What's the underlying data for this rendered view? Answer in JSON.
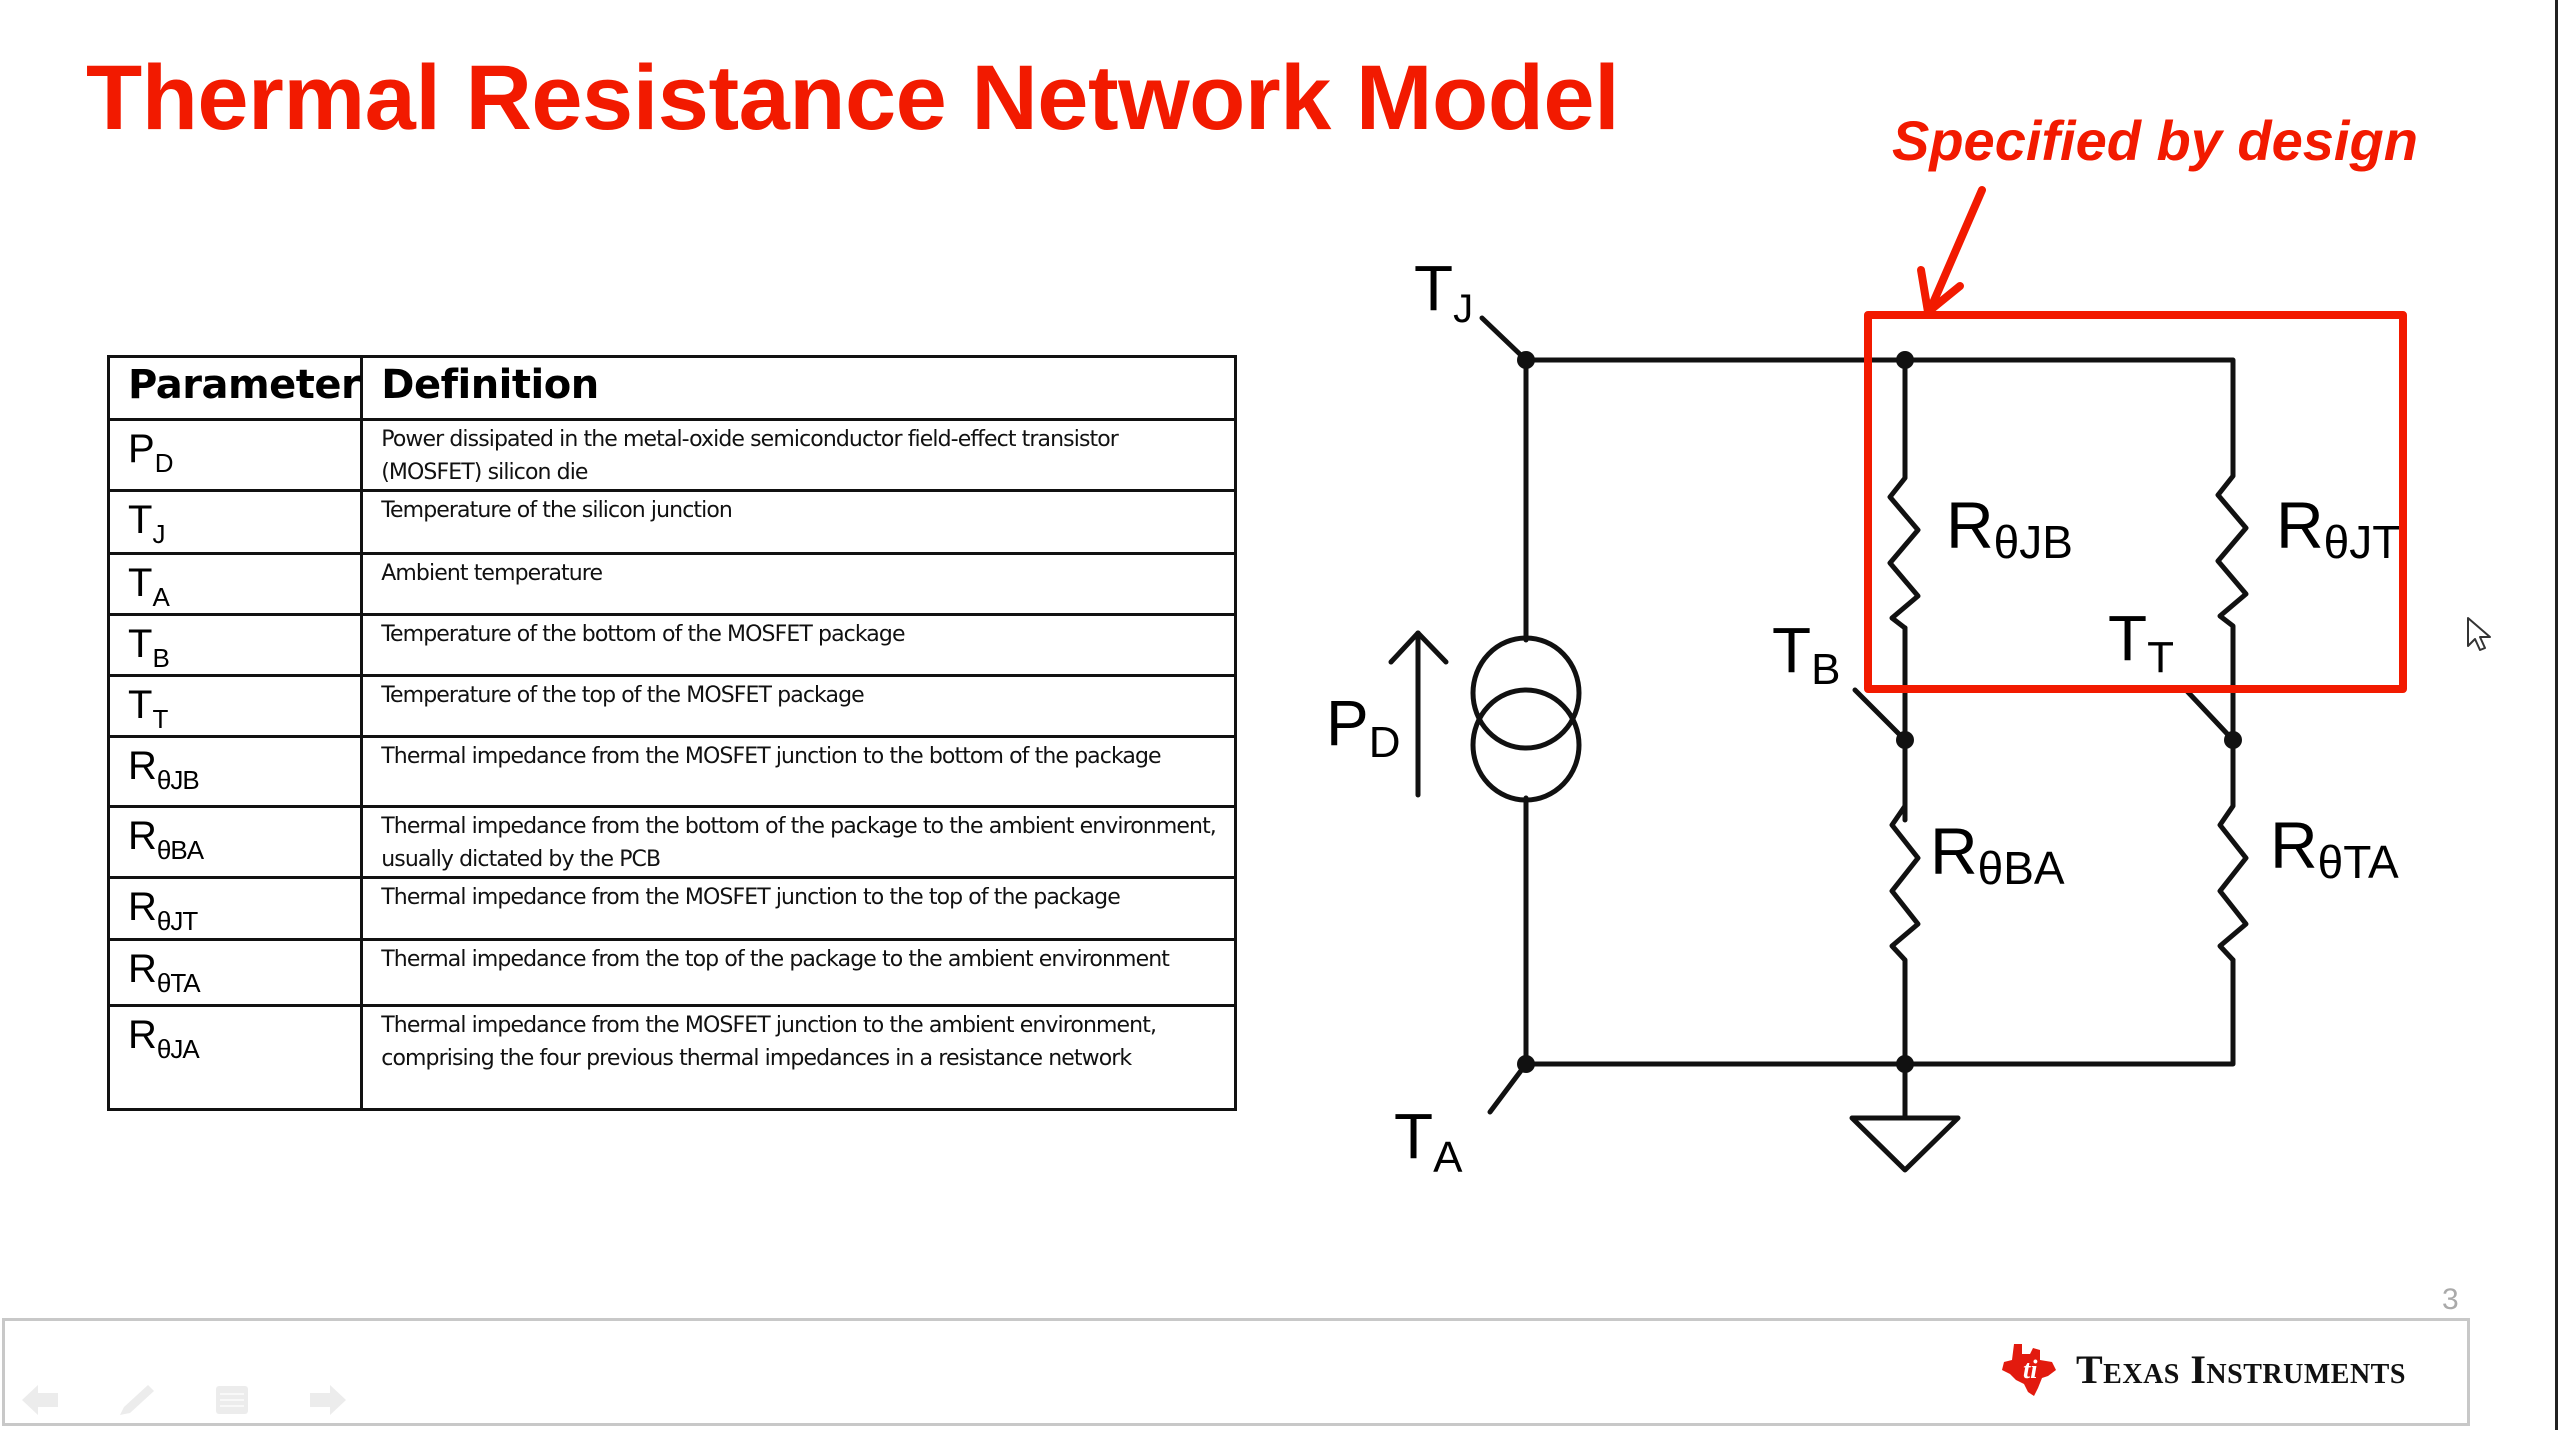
{
  "slide": {
    "title": "Thermal Resistance Network Model",
    "slide_number": "3",
    "annotation": "Specified by design",
    "colors": {
      "accent_red": "#f21a00",
      "line": "#111111",
      "footer_border": "#c8c8c8"
    }
  },
  "table": {
    "headers": [
      "Parameter",
      "Definition"
    ],
    "rows": [
      {
        "symbol": "P",
        "sub": "D",
        "definition": "Power dissipated in the metal-oxide semiconductor field-effect transistor (MOSFET) silicon die"
      },
      {
        "symbol": "T",
        "sub": "J",
        "definition": "Temperature of the silicon junction"
      },
      {
        "symbol": "T",
        "sub": "A",
        "definition": "Ambient temperature"
      },
      {
        "symbol": "T",
        "sub": "B",
        "definition": "Temperature of the bottom of the MOSFET package"
      },
      {
        "symbol": "T",
        "sub": "T",
        "definition": "Temperature of the top of the MOSFET package"
      },
      {
        "symbol": "R",
        "sub": "θJB",
        "definition": "Thermal impedance from the MOSFET junction to the bottom of the package"
      },
      {
        "symbol": "R",
        "sub": "θBA",
        "definition": "Thermal impedance from the bottom of the package to the ambient environment, usually dictated by the PCB"
      },
      {
        "symbol": "R",
        "sub": "θJT",
        "definition": "Thermal impedance from the MOSFET junction to the top of the package"
      },
      {
        "symbol": "R",
        "sub": "θTA",
        "definition": "Thermal impedance from the top of the package to the ambient environment"
      },
      {
        "symbol": "R",
        "sub": "θJA",
        "definition": "Thermal impedance from the MOSFET junction to the ambient environment, comprising the four previous thermal impedances in a resistance network"
      }
    ]
  },
  "diagram": {
    "nodes": {
      "tj": {
        "main": "T",
        "sub": "J"
      },
      "ta": {
        "main": "T",
        "sub": "A"
      },
      "tb": {
        "main": "T",
        "sub": "B"
      },
      "tt": {
        "main": "T",
        "sub": "T"
      },
      "pd": {
        "main": "P",
        "sub": "D"
      }
    },
    "resistors": {
      "rjb": {
        "main": "R",
        "sub": "θJB"
      },
      "rjt": {
        "main": "R",
        "sub": "θJT"
      },
      "rba": {
        "main": "R",
        "sub": "θBA"
      },
      "rta": {
        "main": "R",
        "sub": "θTA"
      }
    },
    "source": "current-source-icon",
    "ground": "ground-icon"
  },
  "footer": {
    "company": "Texas Instruments",
    "nav": [
      {
        "name": "previous-slide-button",
        "icon": "arrow-left-icon"
      },
      {
        "name": "pen-button",
        "icon": "pen-icon"
      },
      {
        "name": "menu-button",
        "icon": "menu-icon"
      },
      {
        "name": "next-slide-button",
        "icon": "arrow-right-icon"
      }
    ]
  }
}
